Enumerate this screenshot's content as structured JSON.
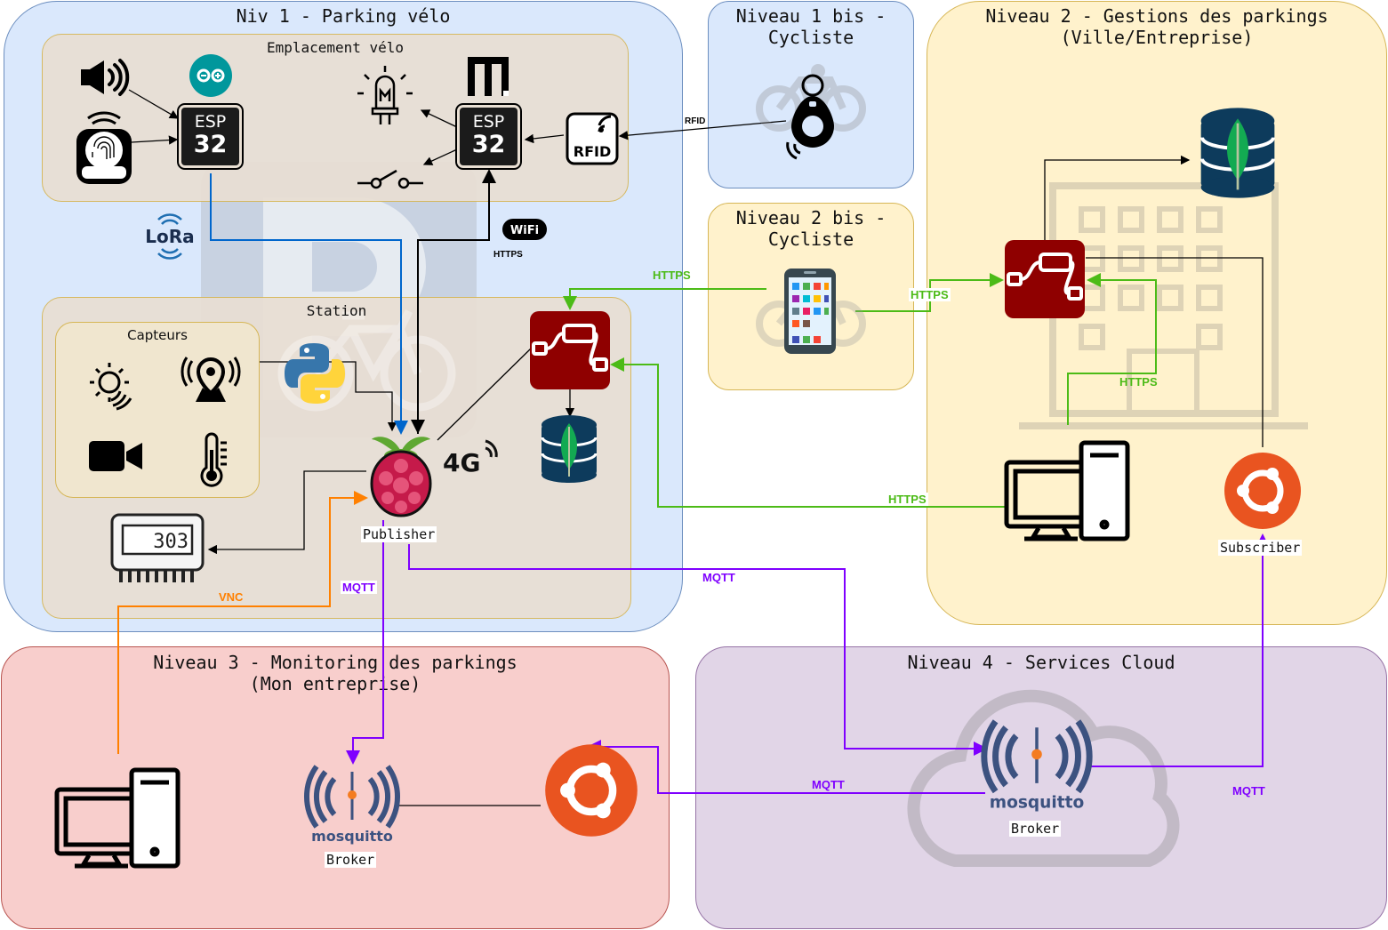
{
  "zones": {
    "niv1": "Niv 1 - Parking vélo",
    "emplacement": "Emplacement vélo",
    "station": "Station",
    "capteurs": "Capteurs",
    "niv1bis": "Niveau 1 bis -\nCycliste",
    "niv2bis": "Niveau 2 bis -\nCycliste",
    "niv2": "Niveau 2 - Gestions des parkings\n(Ville/Entreprise)",
    "niv3": "Niveau 3 - Monitoring des parkings\n(Mon entreprise)",
    "niv4": "Niveau 4 - Services Cloud"
  },
  "chips": {
    "esp_text": "ESP",
    "esp_num": "32",
    "rfid": "RFID",
    "lora": "LoRa",
    "wifi": "WiFi",
    "fourg": "4G",
    "display": "303",
    "mosquitto": "mosquitto"
  },
  "labels": {
    "publisher": "Publisher",
    "subscriber": "Subscriber",
    "broker_local": "Broker",
    "broker_cloud": "Broker"
  },
  "edges": {
    "rfid": "RFID",
    "https_wifi": "HTTPS",
    "https_phone_station": "HTTPS",
    "https_phone_city": "HTTPS",
    "https_pc_city": "HTTPS",
    "https_pc_station": "HTTPS",
    "vnc": "VNC",
    "mqtt_local": "MQTT",
    "mqtt_cloud": "MQTT",
    "mqtt_ubuntu": "MQTT",
    "mqtt_subscriber": "MQTT"
  },
  "icons": [
    "speaker-icon",
    "arduino-icon",
    "esp32-chip-icon",
    "led-icon",
    "mbed-icon",
    "switch-icon",
    "rfid-reader-icon",
    "fingerprint-sensor-icon",
    "lora-icon",
    "wifi-icon",
    "sun-sensor-icon",
    "gps-icon",
    "camera-icon",
    "thermometer-icon",
    "python-icon",
    "raspberry-pi-icon",
    "node-red-icon",
    "mongodb-icon",
    "lcd-display-icon",
    "rfid-tag-icon",
    "smartphone-icon",
    "bicycle-icon",
    "desktop-computer-icon",
    "ubuntu-icon",
    "mosquitto-icon",
    "cloud-icon",
    "building-icon",
    "parking-icon"
  ],
  "colors": {
    "niv1_bg": "#dae8fc",
    "niv1_border": "#6c8ebf",
    "sub_bg": "#e9dfd3",
    "sub_border": "#d6b656",
    "niv2_bg": "#fff2cc",
    "niv2_border": "#d6b656",
    "niv3_bg": "#f8cecc",
    "niv3_border": "#b85450",
    "niv4_bg": "#e1d5e7",
    "niv4_border": "#9673a6",
    "https": "#4cbb17",
    "mqtt": "#7f00ff",
    "vnc": "#ff8000",
    "lora_line": "#0066cc",
    "nodered": "#8f0000",
    "mongo": "#13aa52",
    "ubuntu": "#e95420"
  }
}
